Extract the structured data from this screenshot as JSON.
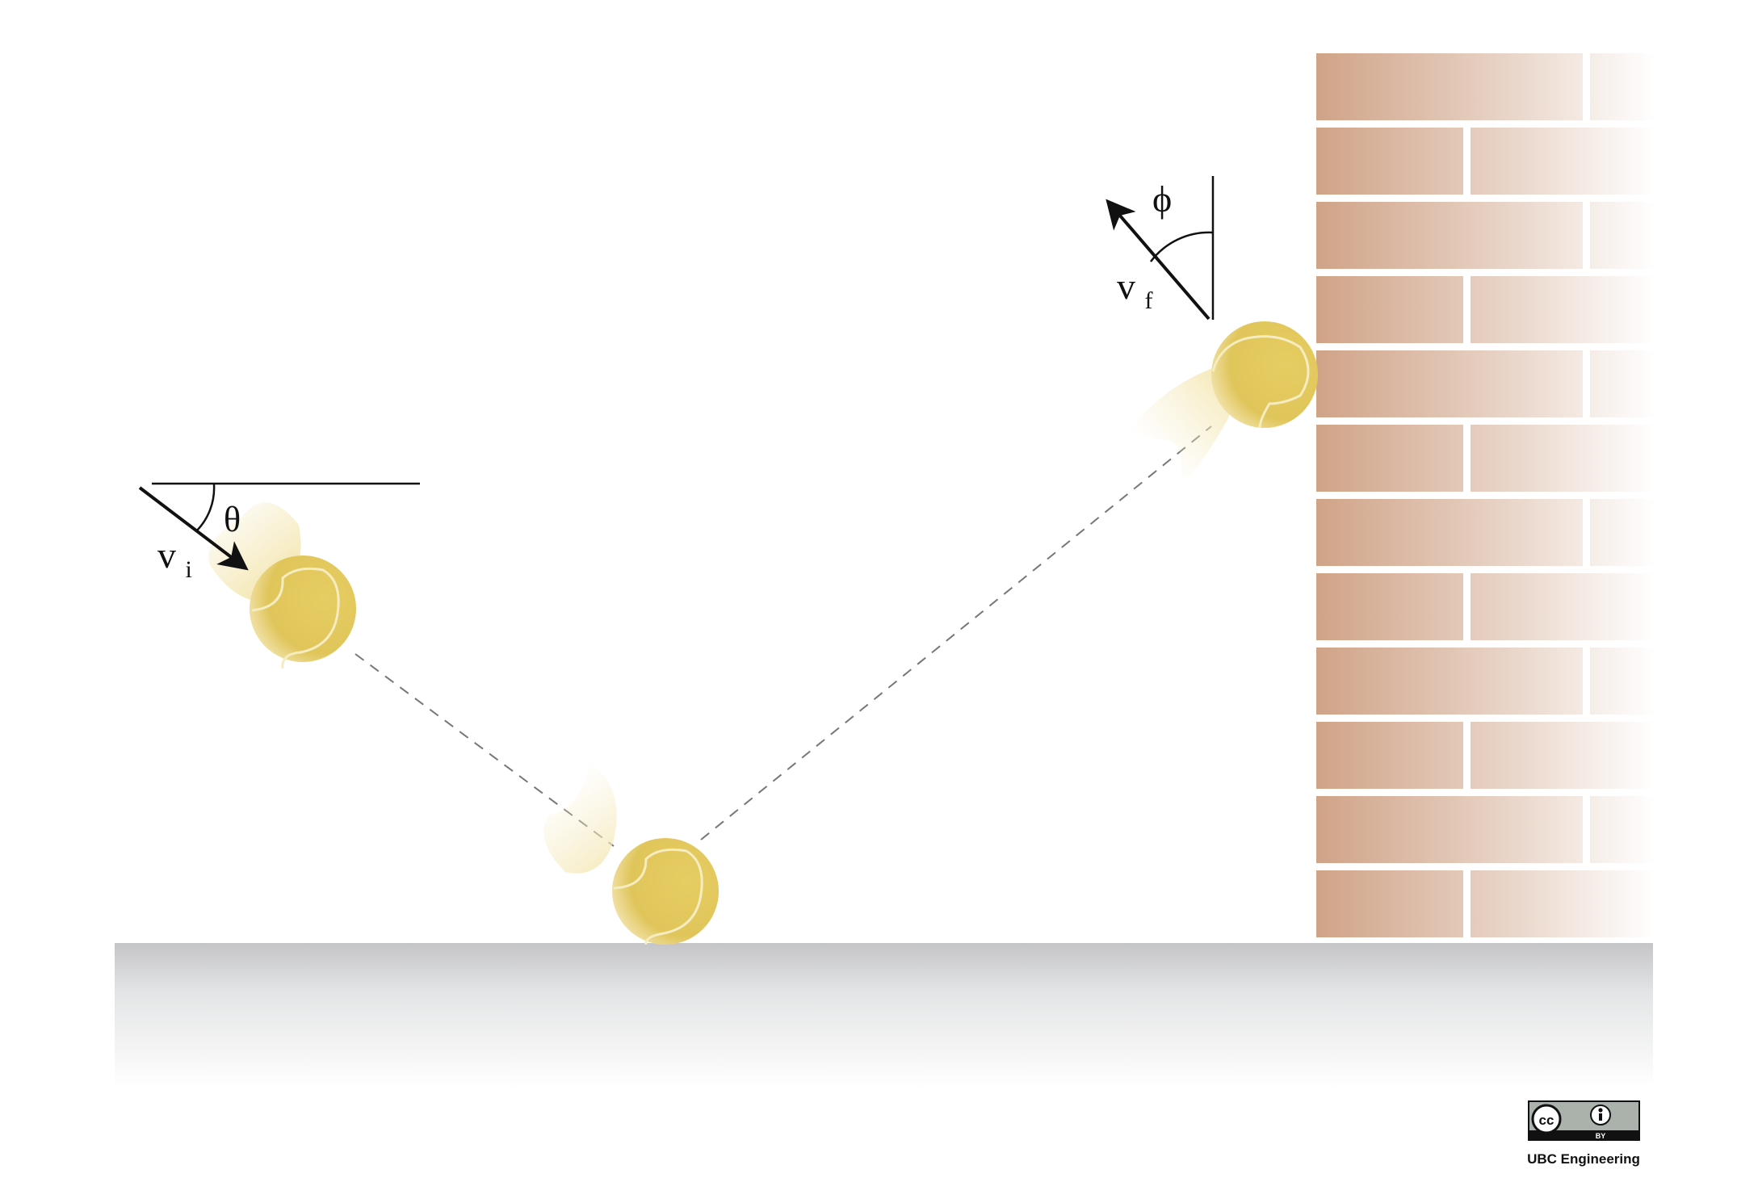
{
  "labels": {
    "theta": "θ",
    "v_initial": "v",
    "v_initial_sub": "i",
    "phi": "ϕ",
    "v_final": "v",
    "v_final_sub": "f"
  },
  "license": {
    "cc": "cc",
    "by": "BY",
    "credit": "UBC Engineering"
  },
  "colors": {
    "ball": "#e2c85c",
    "ball_seam": "#f5ecc0",
    "brick_dark": "#d2a68c",
    "ground_top": "#c8c9cb",
    "trajectory": "#777777"
  }
}
